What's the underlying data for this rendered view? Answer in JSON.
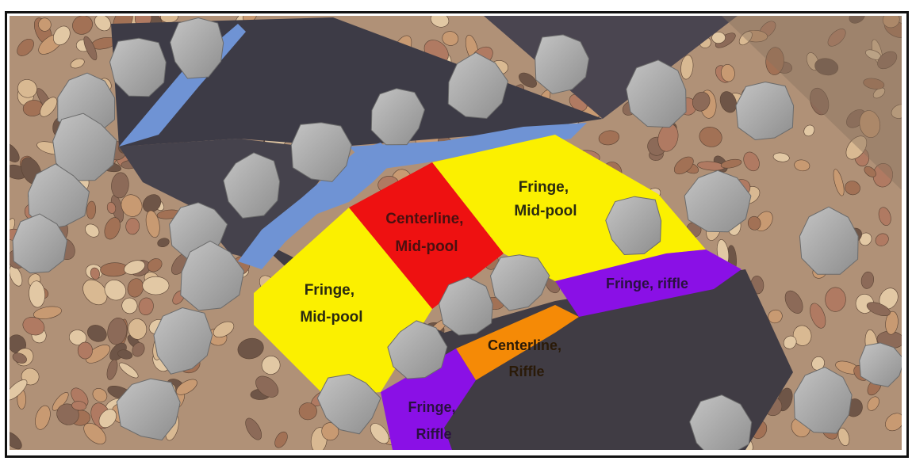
{
  "title": "",
  "colors": {
    "fringe_midpool": "#fbf000",
    "centerline_midpool": "#ee1111",
    "fringe_riffle": "#8a10e6",
    "centerline_riffle": "#f58a06",
    "water": "#6f93d4",
    "bedrock": "#3c3a45",
    "gravel": "#b69478",
    "boulder": "#a6a6a6"
  },
  "zones": {
    "fringe_midpool_left": {
      "line1": "Fringe,",
      "line2": "Mid-pool"
    },
    "fringe_midpool_top": {
      "line1": "Fringe,",
      "line2": "Mid-pool"
    },
    "centerline_midpool": {
      "line1": "Centerline,",
      "line2": "Mid-pool"
    },
    "fringe_riffle_right": {
      "line1": "Fringe, riffle"
    },
    "centerline_riffle": {
      "line1": "Centerline,",
      "line2": "Riffle"
    },
    "fringe_riffle_bottom": {
      "line1": "Fringe,",
      "line2": "Riffle"
    }
  }
}
